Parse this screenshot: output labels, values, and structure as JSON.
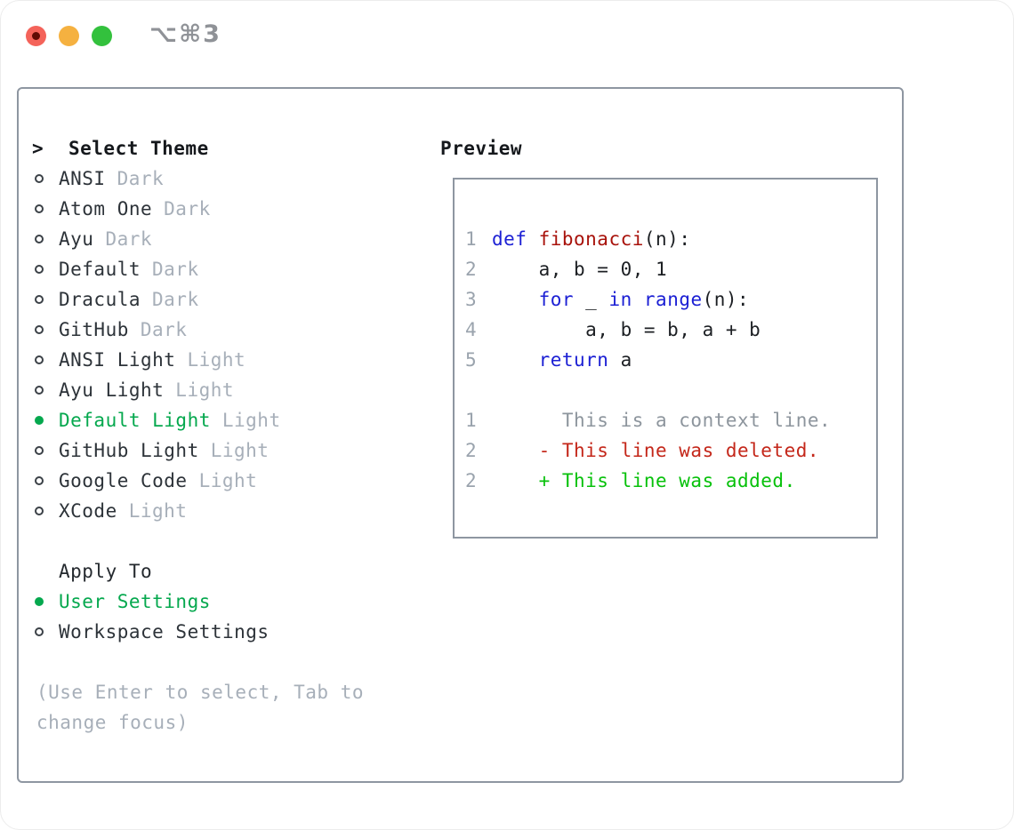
{
  "window": {
    "title": "⌥⌘3",
    "traffic_lights": [
      "close",
      "minimize",
      "zoom"
    ]
  },
  "colors": {
    "panel_border": "#8e96a1",
    "selection_green": "#05a84e",
    "added_green": "#07c10b",
    "deleted_red": "#c4271a",
    "keyword_blue": "#1c20d4",
    "function_red": "#a8120b",
    "muted_gray": "#a7afb9",
    "traffic_red": "#f4635a",
    "traffic_yellow": "#f5b140",
    "traffic_green": "#33c13d"
  },
  "panel": {
    "theme_list": {
      "prompt": ">",
      "heading": "Select Theme",
      "items": [
        {
          "name": "ANSI",
          "variant": "Dark",
          "selected": false
        },
        {
          "name": "Atom One",
          "variant": "Dark",
          "selected": false
        },
        {
          "name": "Ayu",
          "variant": "Dark",
          "selected": false
        },
        {
          "name": "Default",
          "variant": "Dark",
          "selected": false
        },
        {
          "name": "Dracula",
          "variant": "Dark",
          "selected": false
        },
        {
          "name": "GitHub",
          "variant": "Dark",
          "selected": false
        },
        {
          "name": "ANSI Light",
          "variant": "Light",
          "selected": false
        },
        {
          "name": "Ayu Light",
          "variant": "Light",
          "selected": false
        },
        {
          "name": "Default Light",
          "variant": "Light",
          "selected": true
        },
        {
          "name": "GitHub Light",
          "variant": "Light",
          "selected": false
        },
        {
          "name": "Google Code",
          "variant": "Light",
          "selected": false
        },
        {
          "name": "XCode",
          "variant": "Light",
          "selected": false
        }
      ]
    },
    "apply_to": {
      "heading": "Apply To",
      "items": [
        {
          "name": "User Settings",
          "selected": true
        },
        {
          "name": "Workspace Settings",
          "selected": false
        }
      ]
    },
    "help_text": {
      "line1": "(Use Enter to select, Tab to",
      "line2": "change focus)"
    },
    "preview": {
      "heading": "Preview",
      "code_lines": [
        {
          "num": "1",
          "tokens": [
            {
              "text": "def",
              "type": "kw"
            },
            {
              "text": " ",
              "type": "plain"
            },
            {
              "text": "fibonacci",
              "type": "fn"
            },
            {
              "text": "(n):",
              "type": "plain"
            }
          ]
        },
        {
          "num": "2",
          "tokens": [
            {
              "text": "    a, b = 0, 1",
              "type": "plain"
            }
          ]
        },
        {
          "num": "3",
          "tokens": [
            {
              "text": "    ",
              "type": "plain"
            },
            {
              "text": "for",
              "type": "kw"
            },
            {
              "text": " _ ",
              "type": "plain"
            },
            {
              "text": "in",
              "type": "kw"
            },
            {
              "text": " ",
              "type": "plain"
            },
            {
              "text": "range",
              "type": "kw"
            },
            {
              "text": "(n):",
              "type": "plain"
            }
          ]
        },
        {
          "num": "4",
          "tokens": [
            {
              "text": "        a, b = b, a + b",
              "type": "plain"
            }
          ]
        },
        {
          "num": "5",
          "tokens": [
            {
              "text": "    ",
              "type": "plain"
            },
            {
              "text": "return",
              "type": "kw"
            },
            {
              "text": " a",
              "type": "plain"
            }
          ]
        }
      ],
      "diff_lines": [
        {
          "num": "1",
          "type": "context",
          "text": "      This is a context line."
        },
        {
          "num": "2",
          "type": "deleted",
          "text": "    - This line was deleted."
        },
        {
          "num": "2",
          "type": "added",
          "text": "    + This line was added."
        }
      ]
    }
  }
}
